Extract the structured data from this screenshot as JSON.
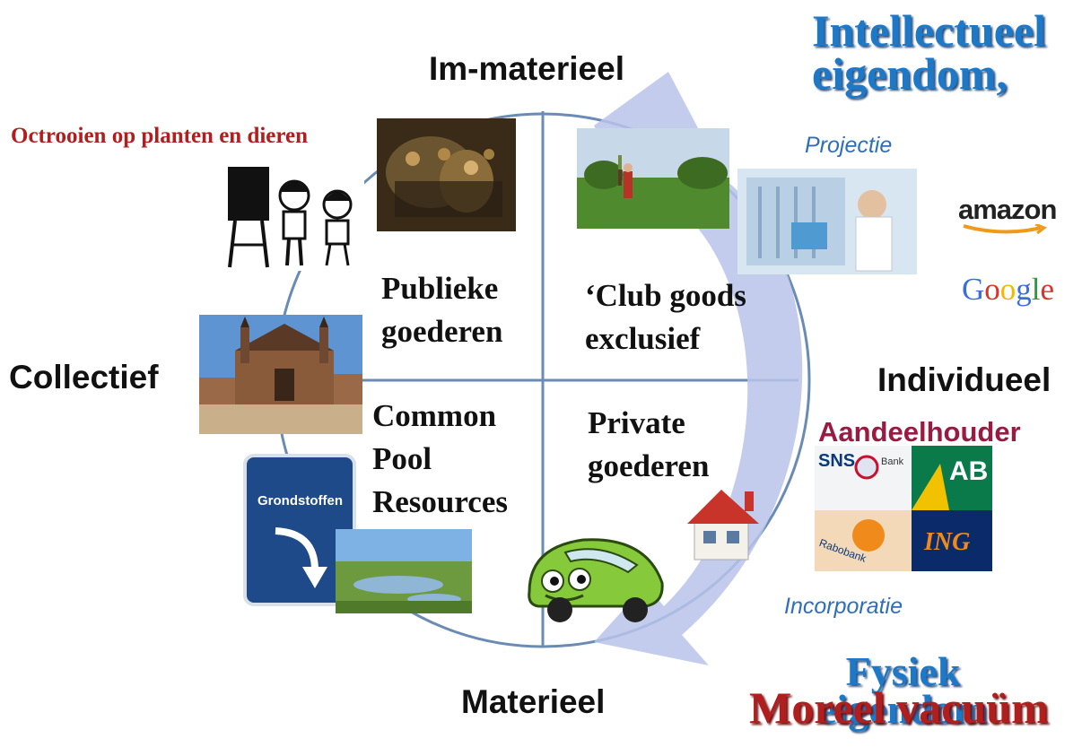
{
  "axes": {
    "top": "Im-materieel",
    "bottom": "Materieel",
    "left": "Collectief",
    "right": "Individueel"
  },
  "quadrants": {
    "top_left": [
      "Publieke",
      "goederen"
    ],
    "top_right": [
      "‘Club goods",
      "exclusief"
    ],
    "bottom_left": [
      "Common",
      "Pool",
      "Resources"
    ],
    "bottom_right": [
      "Private",
      "goederen"
    ]
  },
  "annotations": {
    "octrooien": "Octrooien op planten en dieren",
    "intellectueel": [
      "Intellectueel",
      "eigendom,"
    ],
    "projectie": "Projectie",
    "incorporatie": "Incorporatie",
    "aandeelhouder": "Aandeelhouder",
    "fysiek": [
      "Fysiek",
      "eigendom"
    ],
    "moreel": "Moreel vacuüm"
  },
  "logos": {
    "amazon": "amazon",
    "google": "Google",
    "sns": "SNS",
    "bank": "Bank",
    "ab": "AB",
    "ing": "ING",
    "rabobank": "Rabobank"
  },
  "sign": {
    "text": "Grondstoffen"
  },
  "colors": {
    "arrow": "#b9c3ea",
    "circle": "#6a8cb4",
    "dark_red": "#b01e1e",
    "maroon": "#9a1b42",
    "blue_title": "#1e78c8",
    "italic_blue": "#2e6fb8"
  }
}
